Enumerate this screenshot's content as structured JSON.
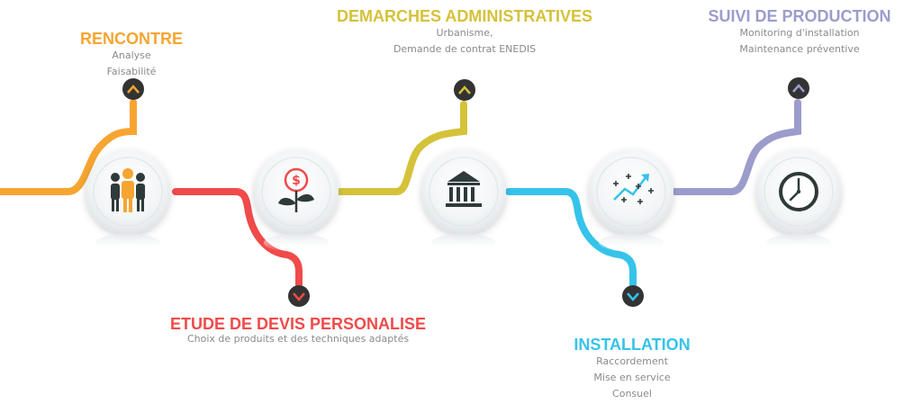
{
  "steps": [
    {
      "title": "RENCONTRE",
      "lines": [
        "Analyse",
        "Faisabilité"
      ],
      "color": "#f6a531",
      "icon": "people-icon",
      "direction": "up"
    },
    {
      "title": "ETUDE DE DEVIS PERSONALISE",
      "lines": [
        "Choix de produits et des techniques adaptés"
      ],
      "color": "#f04a4a",
      "icon": "money-plant-icon",
      "direction": "down"
    },
    {
      "title": "DEMARCHES ADMINISTRATIVES",
      "lines": [
        "Urbanisme,",
        "Demande de contrat ENEDIS"
      ],
      "color": "#d4c23a",
      "icon": "bank-icon",
      "direction": "up"
    },
    {
      "title": "INSTALLATION",
      "lines": [
        "Raccordement",
        "Mise en service",
        "Consuel"
      ],
      "color": "#36c3ea",
      "icon": "growth-chart-icon",
      "direction": "down"
    },
    {
      "title": "SUIVI DE PRODUCTION",
      "lines": [
        "Monitoring d'installation",
        "Maintenance préventive"
      ],
      "color": "#9c9ccc",
      "icon": "clock-icon",
      "direction": "up"
    }
  ]
}
